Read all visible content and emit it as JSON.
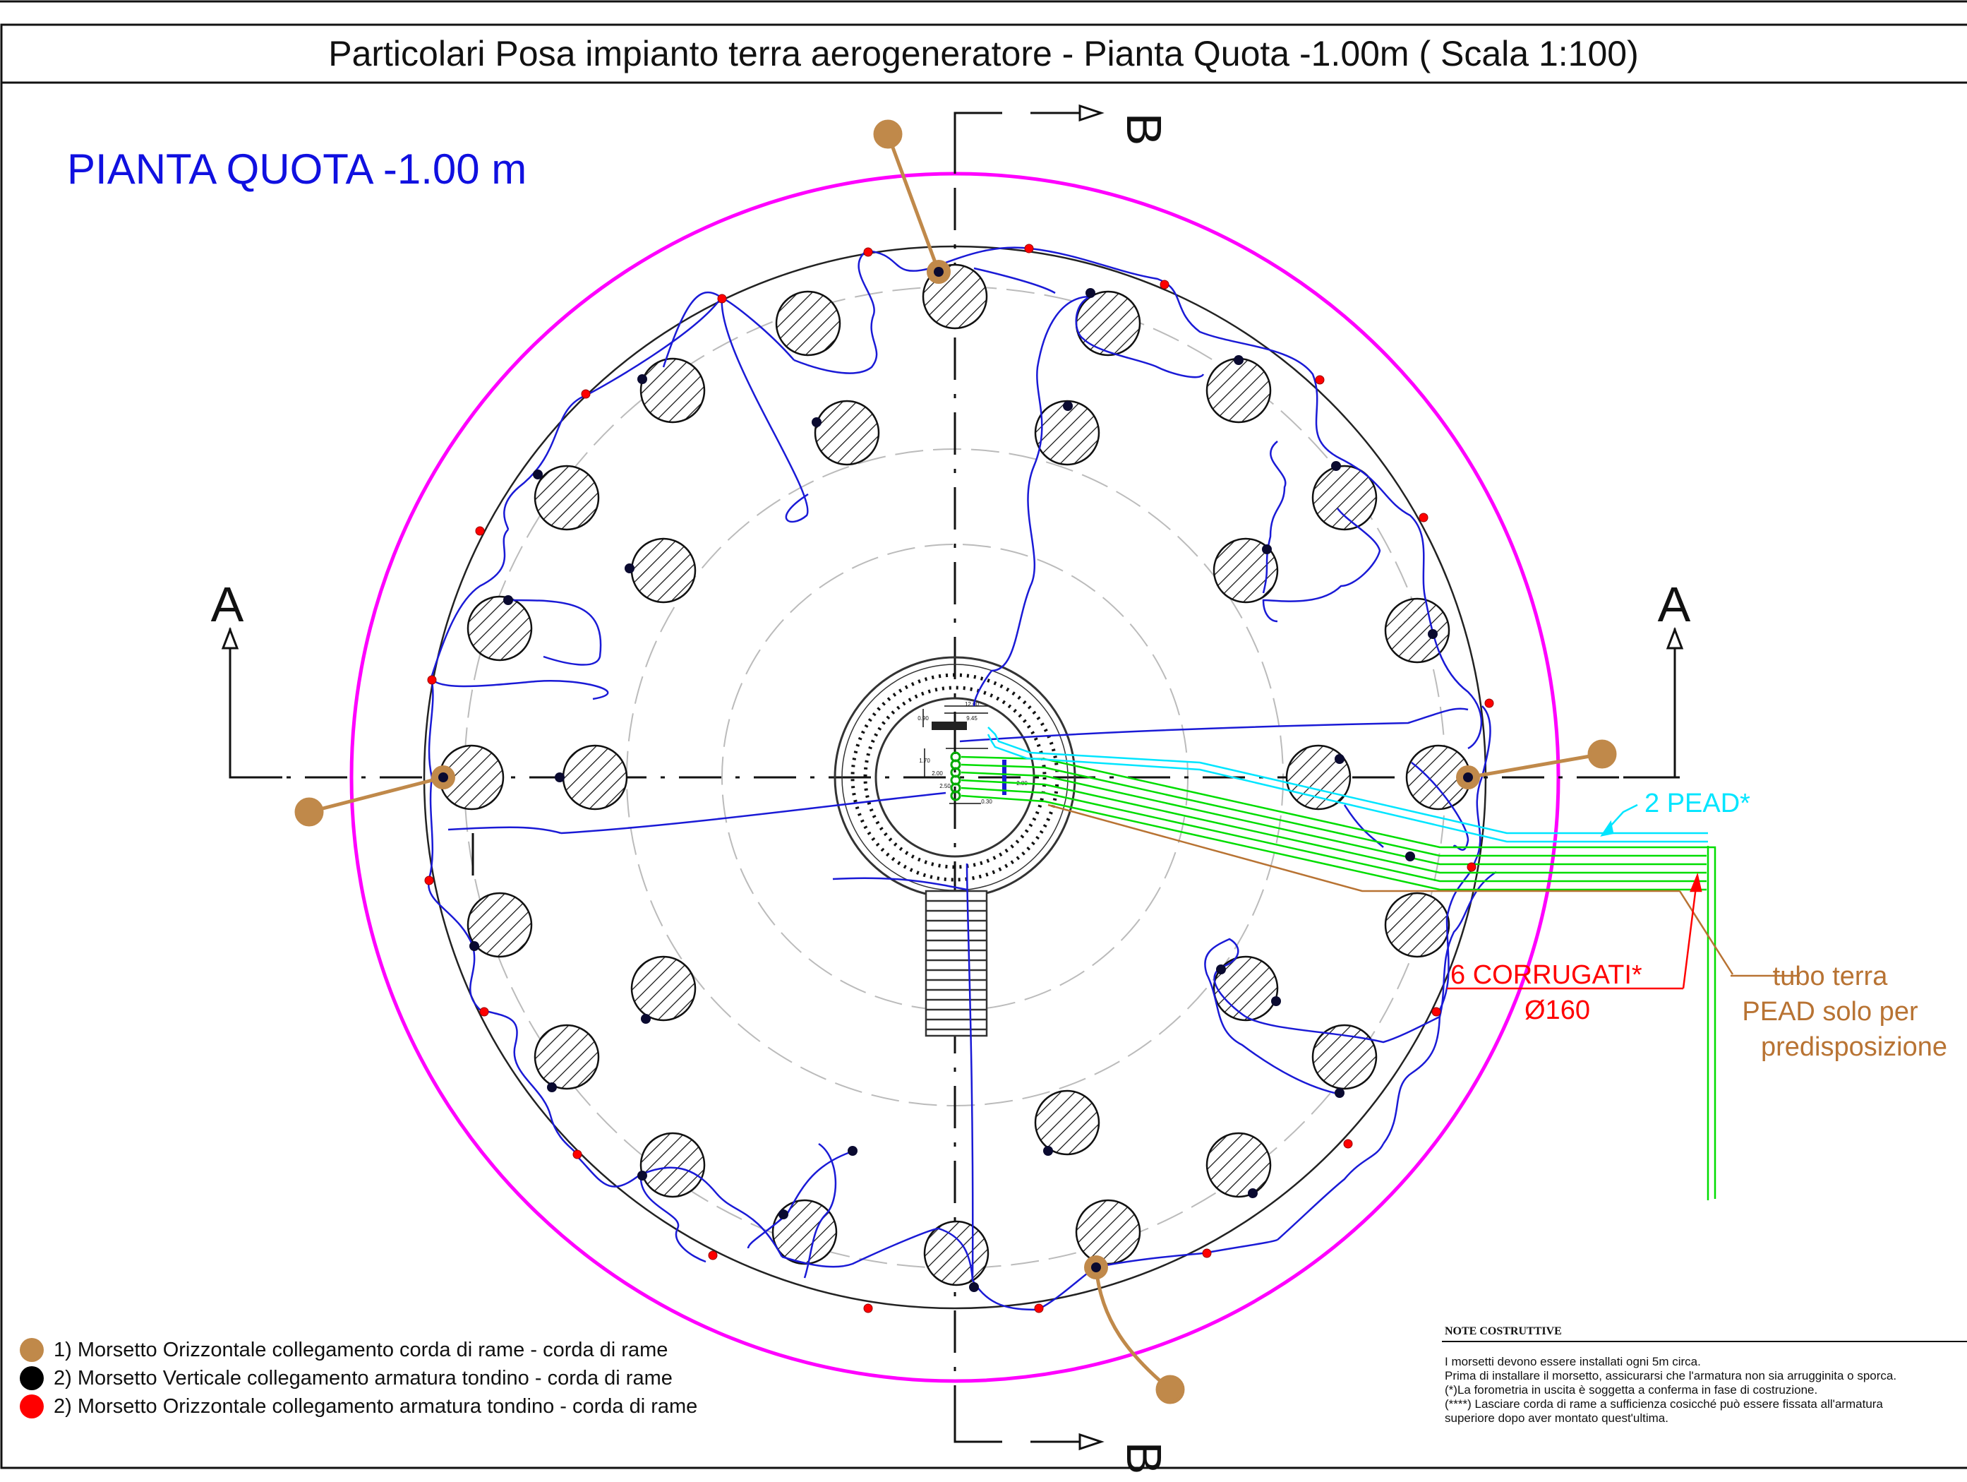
{
  "title": "Particolari Posa impianto terra aerogeneratore - Pianta Quota -1.00m ( Scala 1:100)",
  "plan_label": "PIANTA QUOTA -1.00 m",
  "sections": {
    "a_left": "A",
    "a_right": "A",
    "b_top": "B",
    "b_bottom": "B"
  },
  "annotations": {
    "pead": "2 PEAD*",
    "corrugati_line1": "6 CORRUGATI*",
    "corrugati_line2": "Ø160",
    "tubo_line1": "tubo terra",
    "tubo_line2": "PEAD solo per",
    "tubo_line3": "predisposizione"
  },
  "legend": [
    {
      "color": "#c0894a",
      "text": "1) Morsetto Orizzontale collegamento corda di rame - corda di rame"
    },
    {
      "color": "#000000",
      "text": "2) Morsetto Verticale collegamento armatura tondino - corda di rame"
    },
    {
      "color": "#ff0000",
      "text": "2) Morsetto Orizzontale collegamento armatura tondino - corda di rame"
    }
  ],
  "notes": {
    "title": "NOTE COSTRUTTIVE",
    "lines": [
      "I morsetti devono essere installati ogni 5m circa.",
      "Prima di installare il morsetto, assicurarsi che l'armatura non sia arrugginita o sporca.",
      "(*)La forometria in uscita è soggetta a conferma in fase di costruzione.",
      "(****) Lasciare corda di rame a sufficienza cosicché può essere fissata all'armatura",
      "superiore dopo aver montato quest'ultima."
    ]
  },
  "colors": {
    "earth_cable": "#1a1ad6",
    "boundary": "#ff00ff",
    "pead": "#00e5ff",
    "corrugati": "#00dd00",
    "tubo_terra": "#b87333",
    "annotation_red": "#ff0000",
    "horizontal_clamp": "#c0894a"
  },
  "dimension_labels": [
    "12.00",
    "9.45",
    "0.90",
    "1.70",
    "0.30",
    "2.00",
    "2.50",
    "2.80"
  ]
}
